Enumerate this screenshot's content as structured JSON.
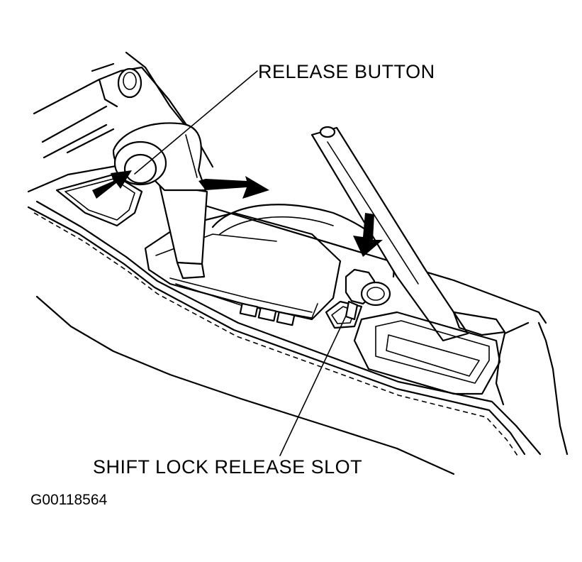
{
  "labels": {
    "release_button": "RELEASE BUTTON",
    "shift_lock_release_slot": "SHIFT LOCK RELEASE SLOT",
    "figure_code": "G00118564"
  },
  "colors": {
    "line": "#000000",
    "background": "#ffffff"
  }
}
